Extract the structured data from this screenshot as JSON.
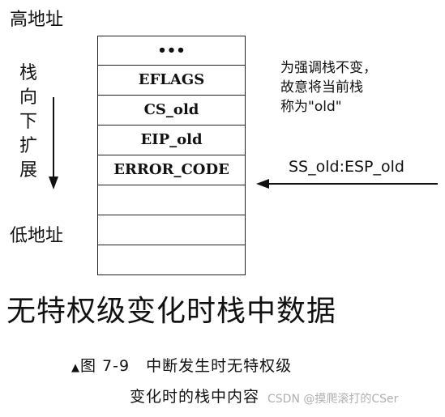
{
  "addresses": {
    "high": "高地址",
    "low": "低地址"
  },
  "growth": {
    "chars": [
      "栈",
      "向",
      "下",
      "扩",
      "展"
    ]
  },
  "stack": {
    "cells": [
      "•••",
      "EFLAGS",
      "CS_old",
      "EIP_old",
      "ERROR_CODE",
      "",
      "",
      ""
    ]
  },
  "note": {
    "lines": [
      "为强调栈不变，",
      "故意将当前栈",
      "称为\"old\""
    ]
  },
  "pointer": {
    "label": "SS_old:ESP_old"
  },
  "title": "无特权级变化时栈中数据",
  "caption": {
    "marker": "▲",
    "line1": "图 7-9　中断发生时无特权级",
    "line2": "变化时的栈中内容"
  },
  "watermark": "CSDN @摸爬滚打的CSer"
}
